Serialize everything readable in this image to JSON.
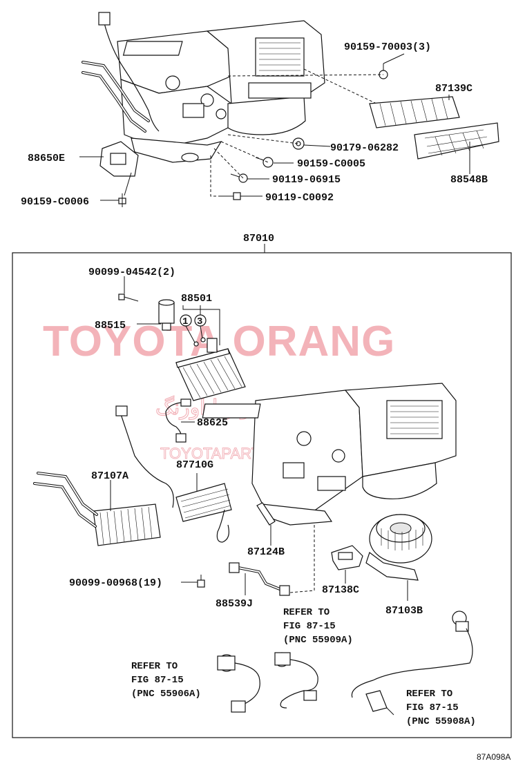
{
  "watermarks": {
    "main": "TOYOTA ORANG",
    "persian": "تویوتا اورنگ",
    "site": "TOYOTAPARTS.IR"
  },
  "top_labels": {
    "p90159_70003": "90159-70003(3)",
    "p87139C": "87139C",
    "p88650E": "88650E",
    "p90179_06282": "90179-06282",
    "p90159_C0005": "90159-C0005",
    "p88548B": "88548B",
    "p90119_06915": "90119-06915",
    "p90159_C0006": "90159-C0006",
    "p90119_C0092": "90119-C0092"
  },
  "assembly": {
    "p87010": "87010",
    "p90099_04542": "90099-04542(2)",
    "p88501": "88501",
    "p88515": "88515",
    "circle_1": "1",
    "circle_3": "3",
    "p88625": "88625",
    "p87710G": "87710G",
    "p87107A": "87107A",
    "p87124B": "87124B",
    "p87138C": "87138C",
    "p87103B": "87103B",
    "p90099_00968": "90099-00968(19)",
    "p88539J": "88539J"
  },
  "references": {
    "ref_a": [
      "REFER TO",
      "FIG 87-15",
      "(PNC 55909A)"
    ],
    "ref_b": [
      "REFER TO",
      "FIG 87-15",
      "(PNC 55906A)"
    ],
    "ref_c": [
      "REFER TO",
      "FIG 87-15",
      "(PNC 55908A)"
    ]
  },
  "figure_code": "87A098A"
}
